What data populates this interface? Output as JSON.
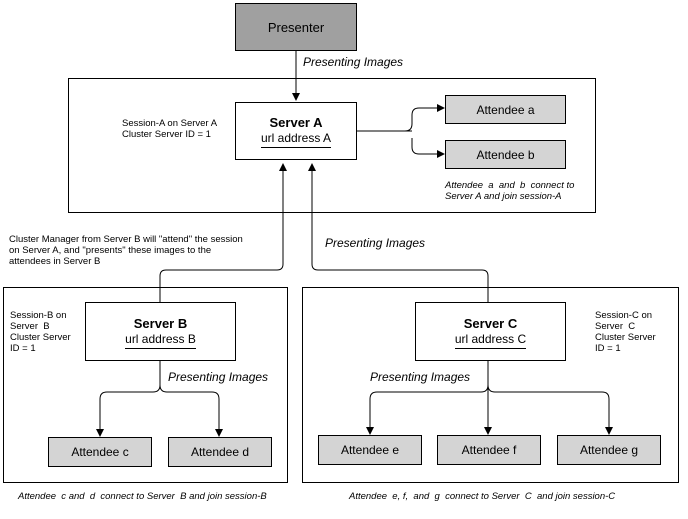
{
  "presenter": {
    "label": "Presenter"
  },
  "labels": {
    "presenting_top": "Presenting Images",
    "presenting_mid": "Presenting Images",
    "presenting_b": "Presenting Images",
    "presenting_c": "Presenting Images"
  },
  "server_a": {
    "name": "Server  A",
    "url": "url address  A",
    "session_note": "Session-A on Server A\nCluster Server ID = 1",
    "attendees": [
      "Attendee  a",
      "Attendee  b"
    ],
    "connect_note": "Attendee  a  and  b  connect to\nServer A and join session-A"
  },
  "cluster_note": "Cluster Manager from Server B will \"attend\" the session\non Server A, and \"presents\" these images to the\nattendees in Server B",
  "server_b": {
    "name": "Server  B",
    "url": "url address  B",
    "session_note": "Session-B on\nServer  B\nCluster Server\nID = 1",
    "attendees": [
      "Attendee  c",
      "Attendee  d"
    ],
    "connect_note": "Attendee  c and  d  connect to Server  B and join session-B"
  },
  "server_c": {
    "name": "Server  C",
    "url": "url address  C",
    "session_note": "Session-C on\nServer  C\nCluster Server\nID = 1",
    "attendees": [
      "Attendee  e",
      "Attendee  f",
      "Attendee  g"
    ],
    "connect_note": "Attendee  e, f,  and  g  connect to Server  C  and join session-C"
  }
}
